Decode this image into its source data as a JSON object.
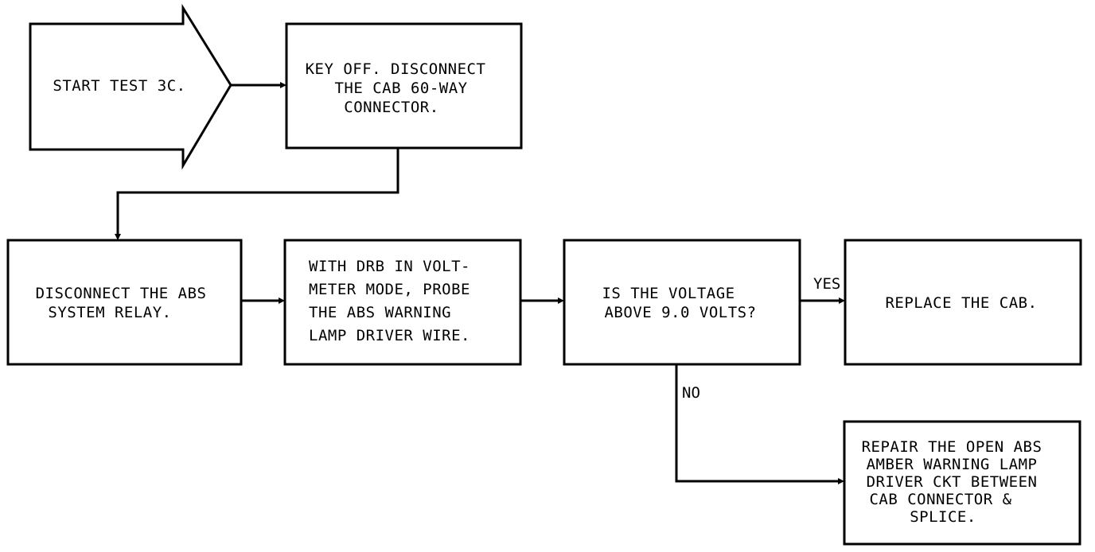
{
  "nodes": {
    "start": {
      "lines": [
        "START TEST 3C."
      ]
    },
    "key_off": {
      "lines": [
        "KEY OFF. DISCONNECT",
        "THE CAB 60-WAY",
        "CONNECTOR."
      ]
    },
    "disconnect_relay": {
      "lines": [
        "DISCONNECT THE ABS",
        "SYSTEM RELAY."
      ]
    },
    "probe": {
      "lines": [
        "WITH DRB IN VOLT-",
        "METER MODE, PROBE",
        "THE ABS WARNING",
        "LAMP DRIVER WIRE."
      ]
    },
    "decision": {
      "lines": [
        "IS THE VOLTAGE",
        "ABOVE 9.0 VOLTS?"
      ]
    },
    "replace": {
      "lines": [
        "REPLACE THE CAB."
      ]
    },
    "repair": {
      "lines": [
        "REPAIR THE OPEN ABS",
        "AMBER WARNING LAMP",
        "DRIVER CKT BETWEEN",
        "CAB CONNECTOR &",
        "SPLICE."
      ]
    }
  },
  "labels": {
    "yes": "YES",
    "no": "NO"
  },
  "colors": {
    "stroke": "#000000",
    "background": "#ffffff"
  }
}
